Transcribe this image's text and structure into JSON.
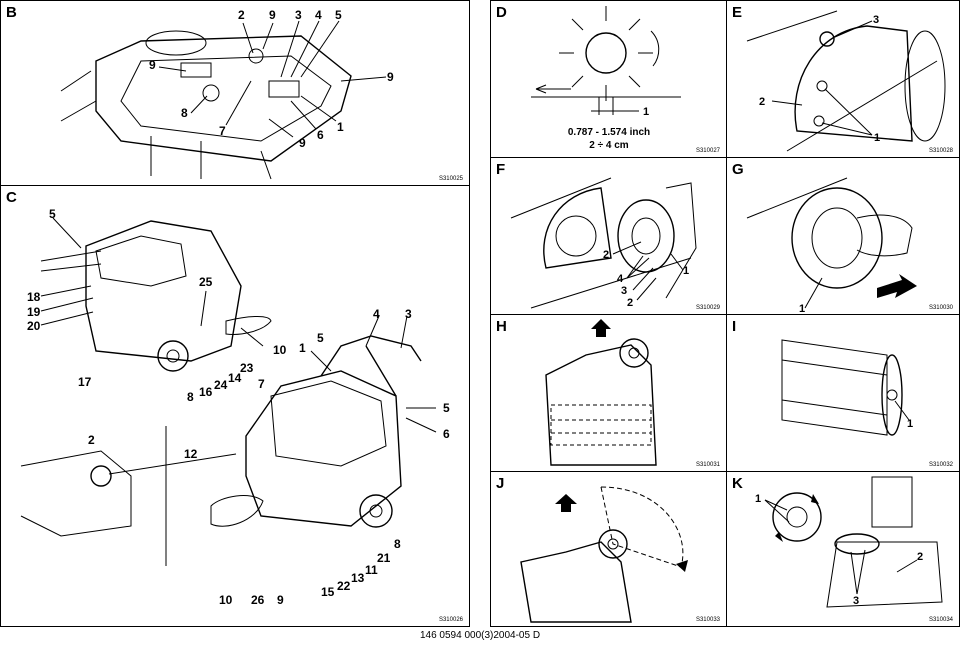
{
  "footer": {
    "document_code": "146 0594 000(3)2004-05 D"
  },
  "panels": {
    "B": {
      "label": "B",
      "code": "S310025",
      "callouts": {
        "c2": "2",
        "c9a": "9",
        "c3": "3",
        "c4": "4",
        "c5": "5",
        "c9b": "9",
        "c9c": "9",
        "c8": "8",
        "c7": "7",
        "c9d": "9",
        "c6": "6",
        "c1": "1"
      }
    },
    "C": {
      "label": "C",
      "code": "S310026",
      "callouts": {
        "c5a": "5",
        "c18": "18",
        "c19": "19",
        "c20": "20",
        "c25": "25",
        "c10a": "10",
        "c17": "17",
        "c8": "8",
        "c16": "16",
        "c24": "24",
        "c14": "14",
        "c23": "23",
        "c4": "4",
        "c3": "3",
        "c1": "1",
        "c5b": "5",
        "c7": "7",
        "c5c": "5",
        "c6": "6",
        "c2": "2",
        "c12": "12",
        "c21": "21",
        "c11": "11",
        "c13": "13",
        "c22": "22",
        "c15": "15",
        "c10b": "10",
        "c26": "26",
        "c9": "9"
      }
    },
    "D": {
      "label": "D",
      "code": "S310027",
      "callouts": {
        "c1": "1"
      },
      "measurement": {
        "inch": "0.787 - 1.574 inch",
        "cm": "2 ÷ 4 cm"
      }
    },
    "E": {
      "label": "E",
      "code": "S310028",
      "callouts": {
        "c3": "3",
        "c2": "2",
        "c1": "1"
      }
    },
    "F": {
      "label": "F",
      "code": "S310029",
      "callouts": {
        "c2a": "2",
        "c4": "4",
        "c3": "3",
        "c2b": "2",
        "c1": "1"
      }
    },
    "G": {
      "label": "G",
      "code": "S310030",
      "callouts": {
        "c1": "1"
      }
    },
    "H": {
      "label": "H",
      "code": "S310031",
      "callouts": {}
    },
    "I": {
      "label": "I",
      "code": "S310032",
      "callouts": {
        "c1": "1"
      }
    },
    "J": {
      "label": "J",
      "code": "S310033",
      "callouts": {}
    },
    "K": {
      "label": "K",
      "code": "S310034",
      "callouts": {
        "c1": "1",
        "c2": "2",
        "c3": "3"
      }
    }
  }
}
